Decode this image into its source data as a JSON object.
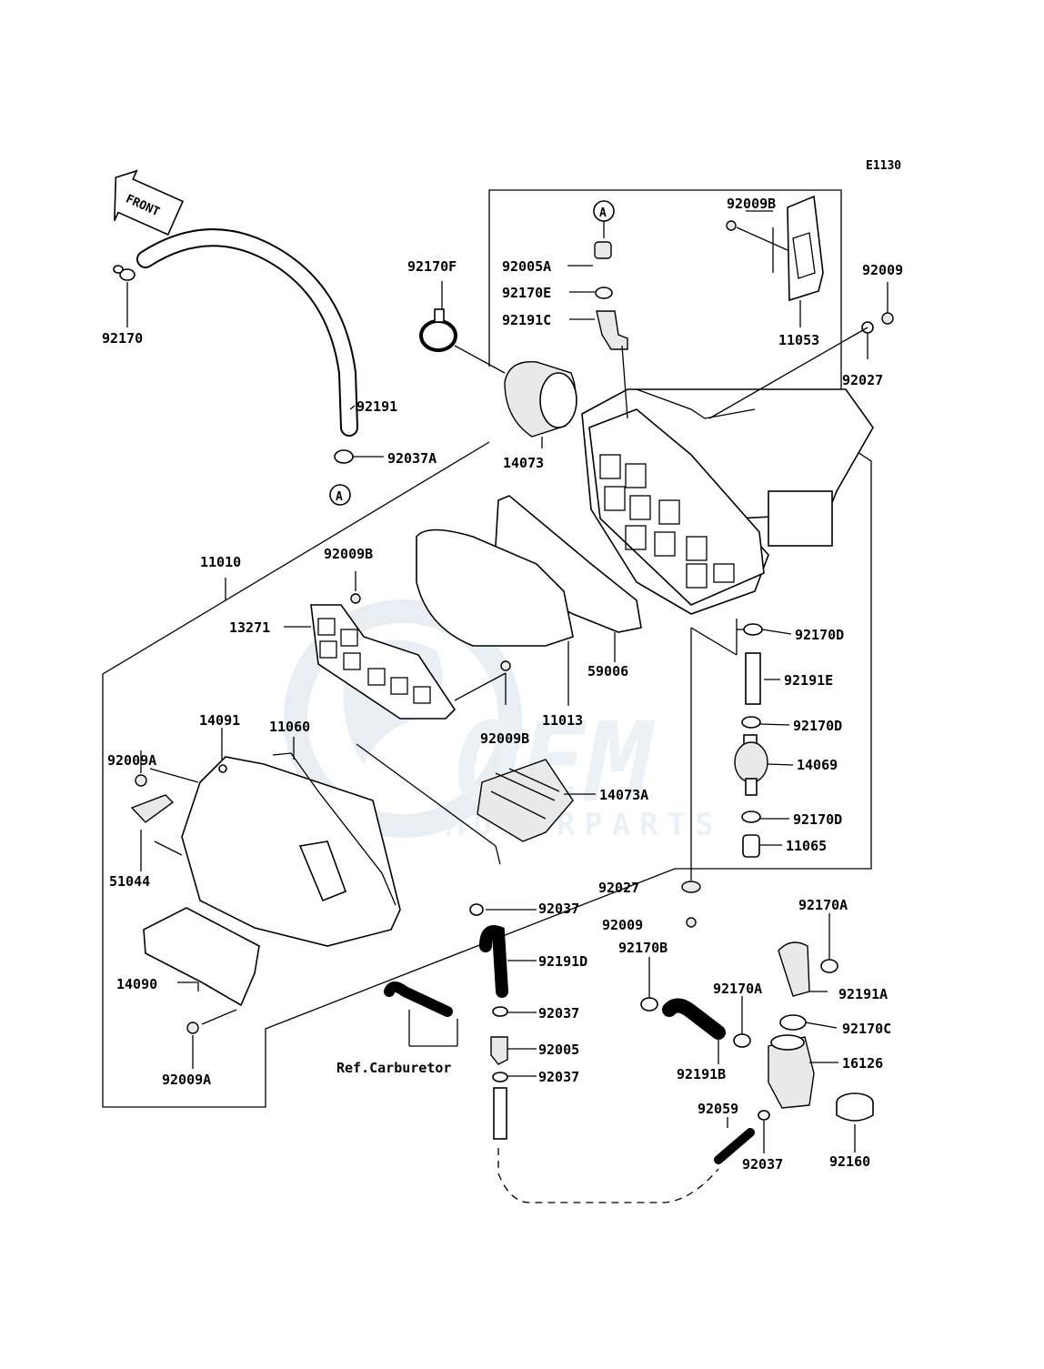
{
  "diagram": {
    "code": "E1130",
    "front_label": "FRONT",
    "ref_label": "Ref.Carburetor",
    "marker": "A",
    "watermark": {
      "brand": "OEM",
      "tagline": "MOTORPARTS"
    },
    "callouts": [
      {
        "key": "p92170",
        "text": "92170"
      },
      {
        "key": "p92191",
        "text": "92191"
      },
      {
        "key": "p92037A",
        "text": "92037A"
      },
      {
        "key": "p92170F",
        "text": "92170F"
      },
      {
        "key": "p92005A",
        "text": "92005A"
      },
      {
        "key": "p92170E",
        "text": "92170E"
      },
      {
        "key": "p92191C",
        "text": "92191C"
      },
      {
        "key": "p92009B_top",
        "text": "92009B"
      },
      {
        "key": "p11053",
        "text": "11053"
      },
      {
        "key": "p92009_top",
        "text": "92009"
      },
      {
        "key": "p92027_top",
        "text": "92027"
      },
      {
        "key": "p14073",
        "text": "14073"
      },
      {
        "key": "p11010",
        "text": "11010"
      },
      {
        "key": "p92009B_mid",
        "text": "92009B"
      },
      {
        "key": "p13271",
        "text": "13271"
      },
      {
        "key": "p59006",
        "text": "59006"
      },
      {
        "key": "p11013",
        "text": "11013"
      },
      {
        "key": "p92009B_low",
        "text": "92009B"
      },
      {
        "key": "p92170D_1",
        "text": "92170D"
      },
      {
        "key": "p92191E",
        "text": "92191E"
      },
      {
        "key": "p92170D_2",
        "text": "92170D"
      },
      {
        "key": "p14069",
        "text": "14069"
      },
      {
        "key": "p92170D_3",
        "text": "92170D"
      },
      {
        "key": "p11065",
        "text": "11065"
      },
      {
        "key": "p92009A_1",
        "text": "92009A"
      },
      {
        "key": "p14091",
        "text": "14091"
      },
      {
        "key": "p11060",
        "text": "11060"
      },
      {
        "key": "p14073A",
        "text": "14073A"
      },
      {
        "key": "p51044",
        "text": "51044"
      },
      {
        "key": "p92027_low",
        "text": "92027"
      },
      {
        "key": "p92009_low",
        "text": "92009"
      },
      {
        "key": "p92170A_1",
        "text": "92170A"
      },
      {
        "key": "p92037_1",
        "text": "92037"
      },
      {
        "key": "p92191D",
        "text": "92191D"
      },
      {
        "key": "p92170B",
        "text": "92170B"
      },
      {
        "key": "p92170A_2",
        "text": "92170A"
      },
      {
        "key": "p92191A",
        "text": "92191A"
      },
      {
        "key": "p14090",
        "text": "14090"
      },
      {
        "key": "p92037_2",
        "text": "92037"
      },
      {
        "key": "p92170C",
        "text": "92170C"
      },
      {
        "key": "p92005",
        "text": "92005"
      },
      {
        "key": "p16126",
        "text": "16126"
      },
      {
        "key": "p92037_3",
        "text": "92037"
      },
      {
        "key": "p92191B",
        "text": "92191B"
      },
      {
        "key": "p92009A_2",
        "text": "92009A"
      },
      {
        "key": "p92059",
        "text": "92059"
      },
      {
        "key": "p92037_4",
        "text": "92037"
      },
      {
        "key": "p92160",
        "text": "92160"
      }
    ]
  }
}
